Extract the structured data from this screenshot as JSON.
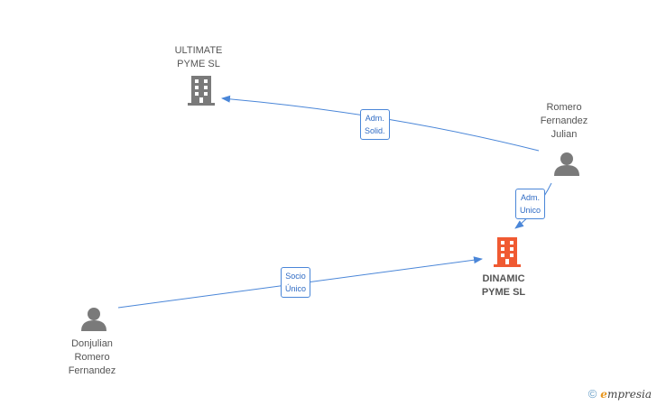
{
  "colors": {
    "edge": "#4a86d8",
    "company_icon": "#7a7a7a",
    "main_company_icon": "#f05a32",
    "person_icon": "#7a7a7a"
  },
  "nodes": {
    "ultimate": {
      "line1": "ULTIMATE",
      "line2": "PYME SL",
      "icon": "building-icon"
    },
    "dinamic": {
      "line1": "DINAMIC",
      "line2": "PYME SL",
      "icon": "building-icon"
    },
    "romero": {
      "line1": "Romero",
      "line2": "Fernandez",
      "line3": "Julian",
      "icon": "person-icon"
    },
    "donjulian": {
      "line1": "Donjulian",
      "line2": "Romero",
      "line3": "Fernandez",
      "icon": "person-icon"
    }
  },
  "edges": {
    "romero_ultimate": {
      "line1": "Adm.",
      "line2": "Solid."
    },
    "romero_dinamic": {
      "line1": "Adm.",
      "line2": "Unico"
    },
    "donjulian_dinamic": {
      "line1": "Socio",
      "line2": "Único"
    }
  },
  "brand": {
    "copyright": "©",
    "e": "e",
    "rest": "mpresia"
  }
}
